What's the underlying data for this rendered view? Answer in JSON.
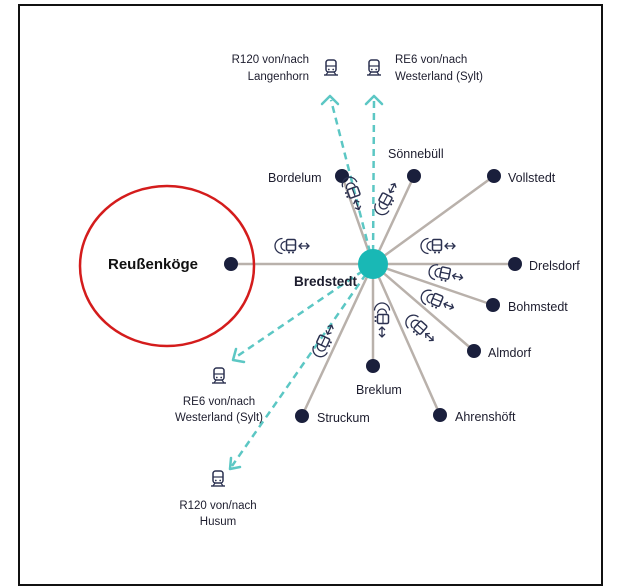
{
  "hub": {
    "label": "Bredstedt",
    "color": "#19b8b5"
  },
  "featured": {
    "label": "Reußenköge",
    "ring_color": "#d41c1c"
  },
  "destinations": [
    {
      "id": "bordelum",
      "label": "Bordelum"
    },
    {
      "id": "soennebuell",
      "label": "Sönnebüll"
    },
    {
      "id": "vollstedt",
      "label": "Vollstedt"
    },
    {
      "id": "drelsdorf",
      "label": "Drelsdorf"
    },
    {
      "id": "bohmstedt",
      "label": "Bohmstedt"
    },
    {
      "id": "almdorf",
      "label": "Almdorf"
    },
    {
      "id": "ahrenshoeft",
      "label": "Ahrenshöft"
    },
    {
      "id": "breklum",
      "label": "Breklum"
    },
    {
      "id": "struckum",
      "label": "Struckum"
    }
  ],
  "rail_links": [
    {
      "id": "r120-north",
      "line1": "R120 von/nach",
      "line2": "Langenhorn",
      "icon": "train-icon"
    },
    {
      "id": "re6-north",
      "line1": "RE6 von/nach",
      "line2": "Westerland (Sylt)",
      "icon": "train-icon"
    },
    {
      "id": "re6-south",
      "line1": "RE6 von/nach",
      "line2": "Westerland (Sylt)",
      "icon": "train-icon"
    },
    {
      "id": "r120-south",
      "line1": "R120 von/nach",
      "line2": "Husum",
      "icon": "train-icon"
    }
  ],
  "colors": {
    "road": "#b9b1ab",
    "rail": "#5cc7c4",
    "node": "#1a1f3c",
    "icon": "#2b3150"
  },
  "icons": {
    "road_connection": "ondemand-bus-icon",
    "direction": "bidirectional-arrow-icon"
  }
}
